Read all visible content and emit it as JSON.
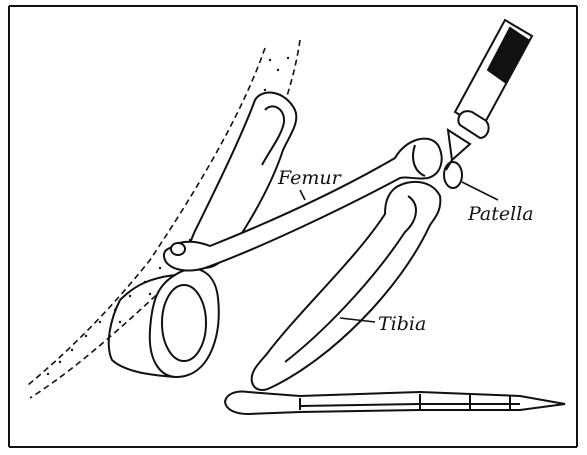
{
  "labels": {
    "femur": "Femur",
    "patella": "Patella",
    "tibia": "Tibia"
  },
  "colors": {
    "ink": "#111111",
    "paper": "#ffffff"
  }
}
